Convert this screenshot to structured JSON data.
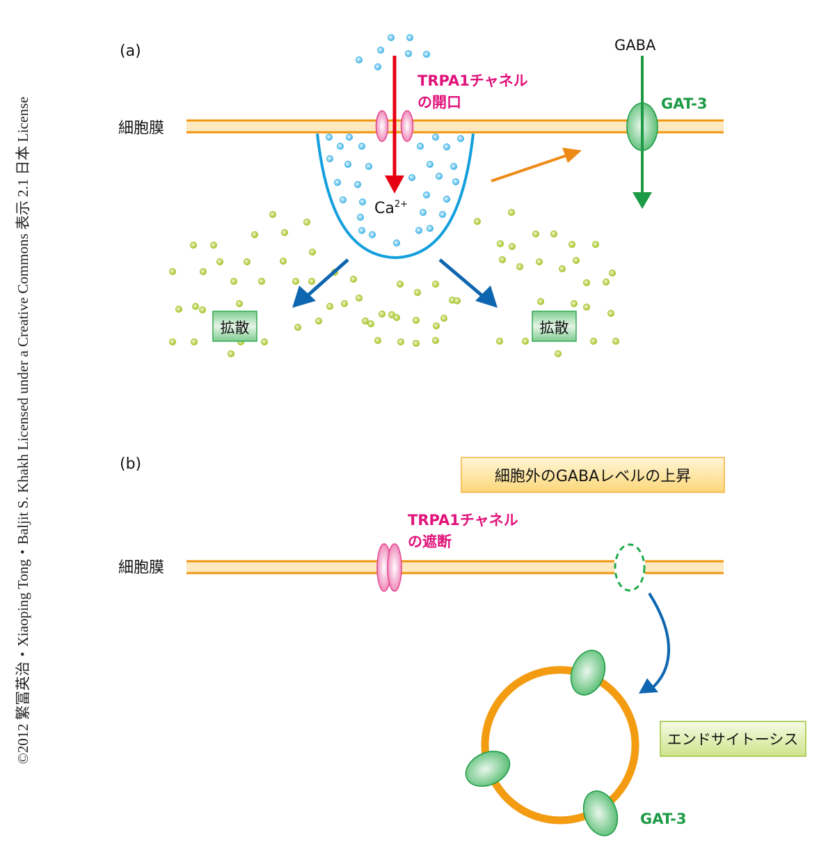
{
  "credit": "©2012 繁冨英治・Xiaoping Tong・Baljit S. Khakh Licensed under a Creative Commons 表示 2.1 日本 License",
  "colors": {
    "membrane_fill": "#fde8c0",
    "membrane_line": "#f0960f",
    "calcium": "#5bc3ee",
    "calcium_line": "#139fdd",
    "gaba_dot": "#b5cf3a",
    "trpa1": "#ea4d97",
    "trpa1_text": "#e0127a",
    "gat3": "#1c9a45",
    "red_arrow": "#e60012",
    "orange_arrow": "#ee8a16",
    "blue_arrow": "#0f66b0"
  },
  "panel_a": {
    "label": "(a)",
    "membrane_label": "細胞膜",
    "trpa1_label_line1": "TRPA1チャネル",
    "trpa1_label_line2": "の開口",
    "calcium_label": "Ca",
    "calcium_charge": "2+",
    "gaba_label": "GABA",
    "gat3_label": "GAT-3",
    "diffusion_left": "拡散",
    "diffusion_right": "拡散"
  },
  "panel_b": {
    "label": "(b)",
    "membrane_label": "細胞膜",
    "gaba_level_box": "細胞外のGABAレベルの上昇",
    "trpa1_label_line1": "TRPA1チャネル",
    "trpa1_label_line2": "の遮断",
    "endocytosis_box": "エンドサイトーシス",
    "gat3_label": "GAT-3"
  }
}
